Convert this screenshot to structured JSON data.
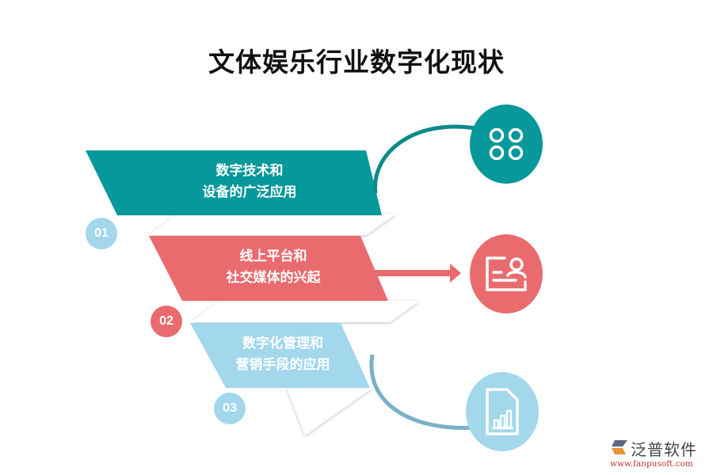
{
  "title": "文体娱乐行业数字化现状",
  "colors": {
    "teal": "#06989a",
    "red": "#ea6b6e",
    "blue": "#a2d7ec",
    "title": "#111111"
  },
  "steps": [
    {
      "number": "01",
      "line1": "数字技术和",
      "line2": "设备的广泛应用",
      "color": "#06989a",
      "badge_color": "#a2d7ec",
      "icon": "four-circles-icon"
    },
    {
      "number": "02",
      "line1": "线上平台和",
      "line2": "社交媒体的兴起",
      "color": "#ea6b6e",
      "badge_color": "#ea6b6e",
      "icon": "profile-card-icon"
    },
    {
      "number": "03",
      "line1": "数字化管理和",
      "line2": "营销手段的应用",
      "color": "#a2d7ec",
      "badge_color": "#a2d7ec",
      "icon": "document-chart-icon"
    }
  ],
  "logo": {
    "name": "泛普软件",
    "url": "www.fanpusoft.com"
  }
}
